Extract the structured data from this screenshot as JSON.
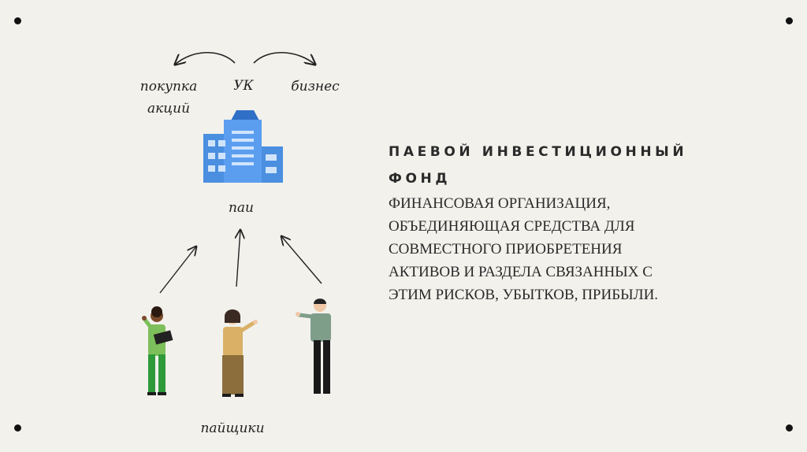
{
  "diagram": {
    "top_left_label": "покупка\nакций",
    "top_center_label": "УК",
    "top_right_label": "бизнес",
    "building_label": "паи",
    "bottom_label": "пайщики"
  },
  "heading": {
    "title": "ПАЕВОЙ ИНВЕСТИЦИОННЫЙ ФОНД",
    "description": "ФИНАНСОВАЯ ОРГАНИЗАЦИЯ, ОБЪЕДИНЯЮЩАЯ СРЕДСТВА ДЛЯ СОВМЕСТНОГО ПРИОБРЕТЕНИЯ АКТИВОВ И РАЗДЕЛА СВЯЗАННЫХ С ЭТИМ РИСКОВ, УБЫТКОВ, ПРИБЫЛИ."
  },
  "colors": {
    "background": "#f2f1ec",
    "building_blue": "#4a8fe0",
    "building_light": "#cfe4fb",
    "green_jacket": "#7dbf5a",
    "green_pants": "#2f9a3a",
    "mustard": "#d9b066",
    "brown_pants": "#8b6e3c",
    "gray_jacket": "#7e9e8a"
  }
}
